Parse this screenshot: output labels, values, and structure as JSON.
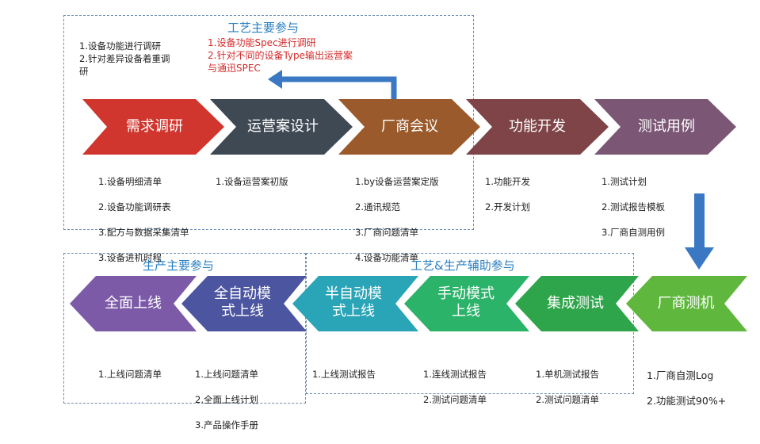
{
  "top": {
    "title": "工艺主要参与",
    "intro_notes": [
      "1.设备功能进行调研",
      "2.针对差异设备着重调\n研"
    ],
    "red_notes": [
      "1.设备功能Spec进行调研",
      "2.针对不同的设备Type输出运营案\n与通迅SPEC"
    ],
    "stages": [
      {
        "label": "需求调研",
        "color": "#d0362e",
        "notes": [
          "1.设备明细清单",
          "2.设备功能调研表",
          "3.配方与数据采集清单",
          "3.设备进机时程"
        ]
      },
      {
        "label": "运营案设计",
        "color": "#3f4954",
        "notes": [
          "1.设备运营案初版"
        ]
      },
      {
        "label": "厂商会议",
        "color": "#9a5a2c",
        "notes": [
          "1.by设备运营案定版",
          "2.通讯规范",
          "3.厂商问题清单",
          "4.设备功能清单"
        ]
      },
      {
        "label": "功能开发",
        "color": "#7e4447",
        "notes": [
          "1.功能开发",
          "2.开发计划"
        ]
      },
      {
        "label": "测试用例",
        "color": "#7b5775",
        "notes": [
          "1.测试计划",
          "2.测试报告模板",
          "3.厂商自测用例"
        ]
      }
    ]
  },
  "bottom": {
    "production_title": "生产主要参与",
    "assist_title": "工艺&生产辅助参与",
    "stages": [
      {
        "label": "全面上线",
        "color": "#7c5aa8",
        "notes": [
          "1.上线问题清单"
        ]
      },
      {
        "label": "全自动模\n式上线",
        "color": "#4c55a0",
        "notes": [
          "1.上线问题清单",
          "2.全面上线计划",
          "3.产品操作手册"
        ]
      },
      {
        "label": "半自动模\n式上线",
        "color": "#2aa4b7",
        "notes": [
          "1.上线测试报告"
        ]
      },
      {
        "label": "手动模式\n上线",
        "color": "#2cb36a",
        "notes": [
          "1.连线测试报告",
          "2.测试问题清单"
        ]
      },
      {
        "label": "集成测试",
        "color": "#2ea54a",
        "notes": [
          "1.单机测试报告",
          "2.测试问题清单"
        ]
      },
      {
        "label": "厂商测机",
        "color": "#5fb83d",
        "notes": [
          "1.厂商自测Log",
          "2.功能测试90%+"
        ]
      }
    ]
  },
  "colors": {
    "arrow_blue": "#3a78c4",
    "box_border": "#6f8fb4",
    "title_blue": "#2a7fc0"
  }
}
